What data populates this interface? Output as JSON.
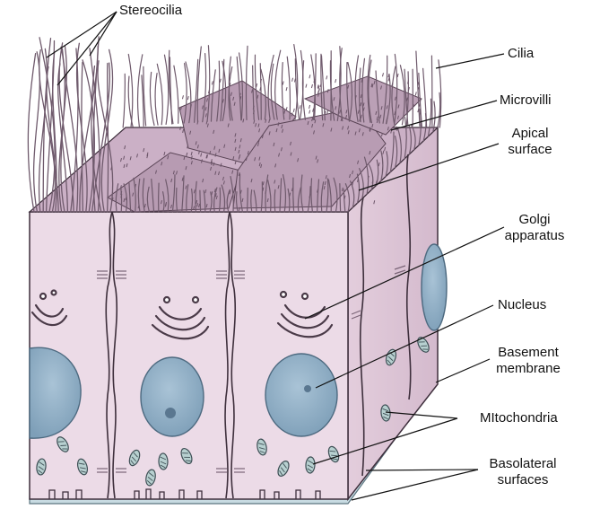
{
  "labels": {
    "stereocilia": "Stereocilia",
    "cilia": "Cilia",
    "microvilli": "Microvilli",
    "apical_1": "Apical",
    "apical_2": "surface",
    "golgi_1": "Golgi",
    "golgi_2": "apparatus",
    "nucleus": "Nucleus",
    "basement_1": "Basement",
    "basement_2": "membrane",
    "mitochondria": "MItochondria",
    "basolateral_1": "Basolateral",
    "basolateral_2": "surfaces"
  },
  "colors": {
    "cell_front": "#ecdbe7",
    "cell_side": "#dfc7d9",
    "cell_top": "#cbb0c6",
    "outline": "#3e2f3c",
    "nucleus": "#93b2c8",
    "nucleus_dark": "#6d8fa8",
    "basement": "#c8dbe2",
    "leader": "#111111"
  }
}
